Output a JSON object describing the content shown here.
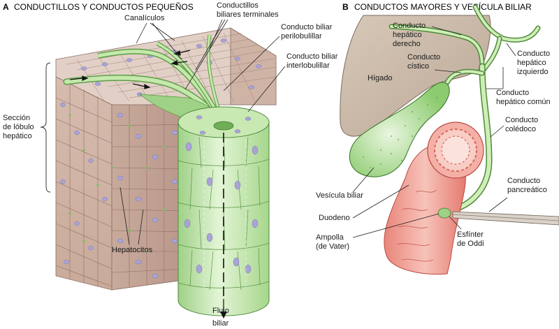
{
  "panel_a": {
    "letter": "A",
    "title": "CONDUCTILLOS Y CONDUCTOS PEQUEÑOS",
    "labels": {
      "canaliculos": "Canalículos",
      "conductillos_1": "Conductillos",
      "conductillos_2": "biliares terminales",
      "perilobulillar_1": "Conducto biliar",
      "perilobulillar_2": "perilobulillar",
      "interlobulillar_1": "Conducto biliar",
      "interlobulillar_2": "interlobulillar",
      "seccion_1": "Sección",
      "seccion_2": "de lóbulo",
      "seccion_3": "hepático",
      "hepatocitos": "Hepatocitos",
      "flujo_1": "Flujo",
      "flujo_2": "biliar"
    }
  },
  "panel_b": {
    "letter": "B",
    "title": "CONDUCTOS MAYORES Y VESÍCULA BILIAR",
    "labels": {
      "hep_der_1": "Conducto",
      "hep_der_2": "hepático",
      "hep_der_3": "derecho",
      "cistico_1": "Conducto",
      "cistico_2": "cístico",
      "higado": "Hígado",
      "hep_izq_1": "Conducto",
      "hep_izq_2": "hepático",
      "hep_izq_3": "izquierdo",
      "hep_comun_1": "Conducto",
      "hep_comun_2": "hepático común",
      "coledoco_1": "Conducto",
      "coledoco_2": "colédoco",
      "vesicula": "Vesícula biliar",
      "duodeno": "Duodeno",
      "pancreatico_1": "Conducto",
      "pancreatico_2": "pancreático",
      "ampolla_1": "Ampolla",
      "ampolla_2": "(de Vater)",
      "esfinter_1": "Esfínter",
      "esfinter_2": "de Oddi"
    }
  },
  "colors": {
    "liver_tissue": "#dcc7bb",
    "liver_dark": "#c4a597",
    "duct_green": "#bfe3a6",
    "duct_dark": "#6fae56",
    "nucleus": "#a9a3d6",
    "liver_b": "#cdbcaa",
    "duodenum": "#f2a59a",
    "duodenum_dark": "#d9665c"
  }
}
